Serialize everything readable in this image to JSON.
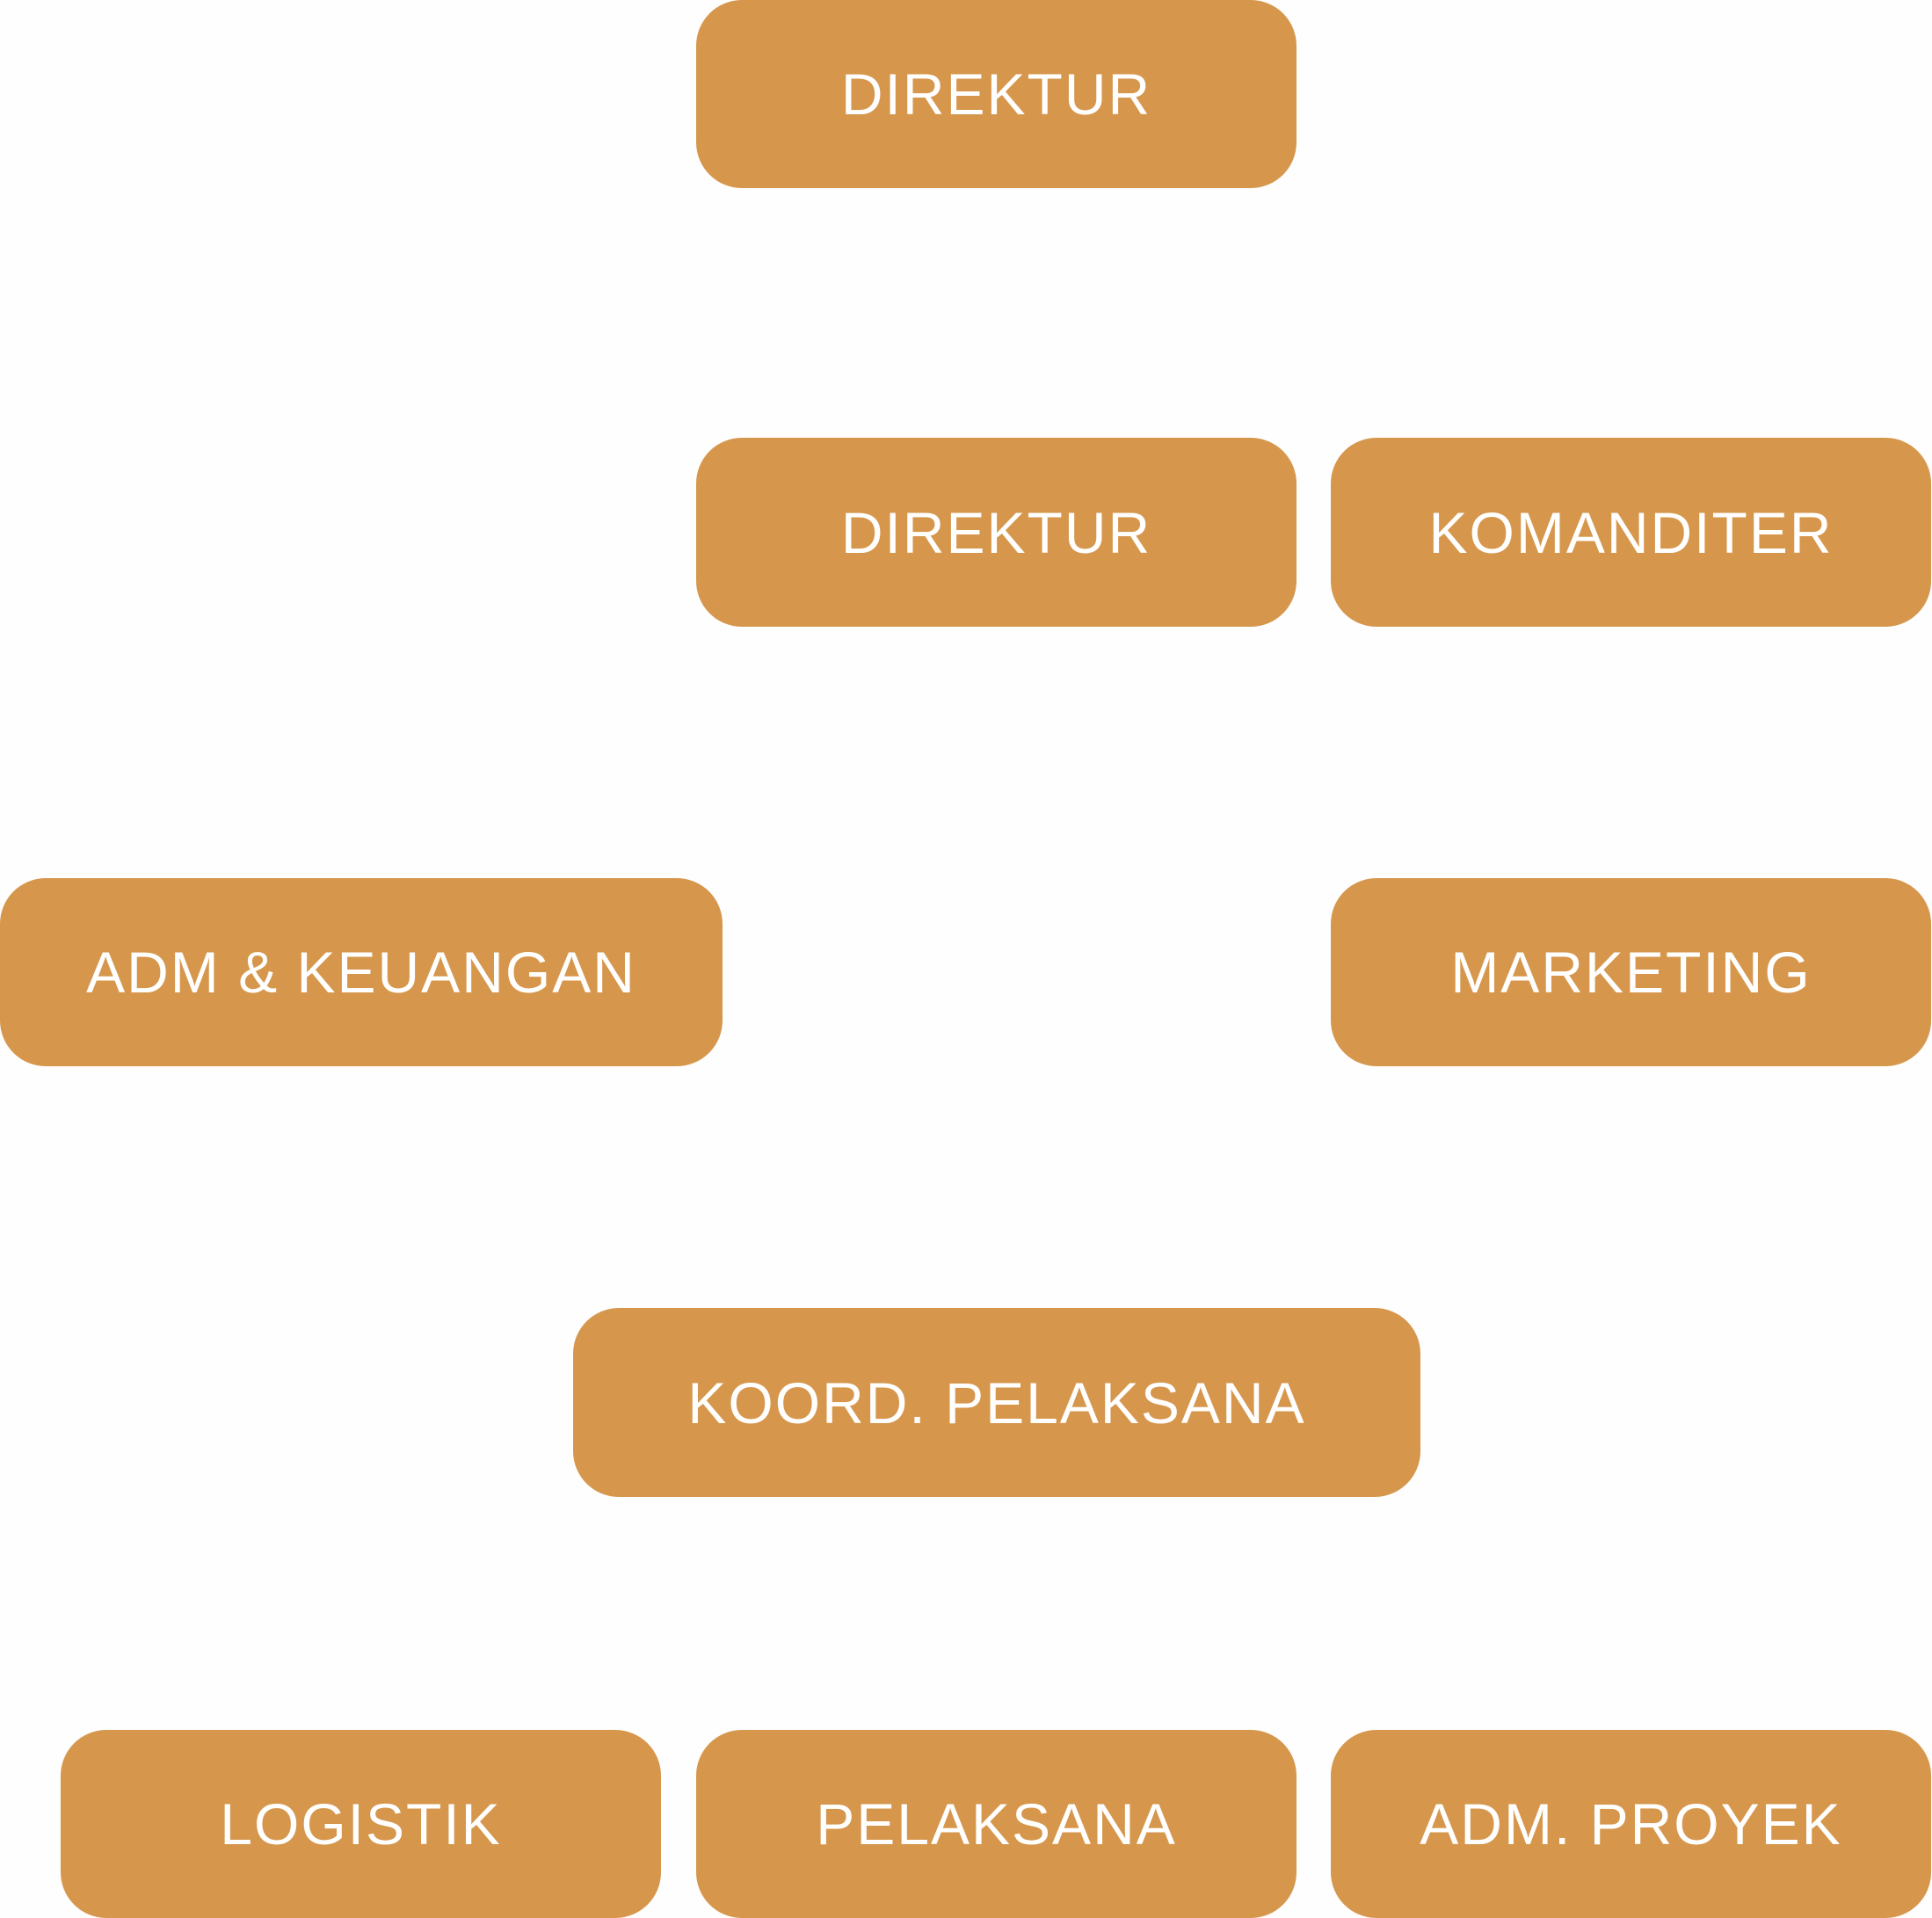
{
  "colors": {
    "box_fill": "#d6974d",
    "box_text": "#ffffff",
    "background": "#fefefe"
  },
  "nodes": {
    "direktur_top": "DIREKTUR",
    "direktur_mid": "DIREKTUR",
    "komanditer": "KOMANDITER",
    "adm_keuangan": "ADM & KEUANGAN",
    "marketing": "MARKETING",
    "koord_pelaksana": "KOORD. PELAKSANA",
    "logistik": "LOGISTIK",
    "pelaksana": "PELAKSANA",
    "adm_proyek": "ADM. PROYEK"
  }
}
